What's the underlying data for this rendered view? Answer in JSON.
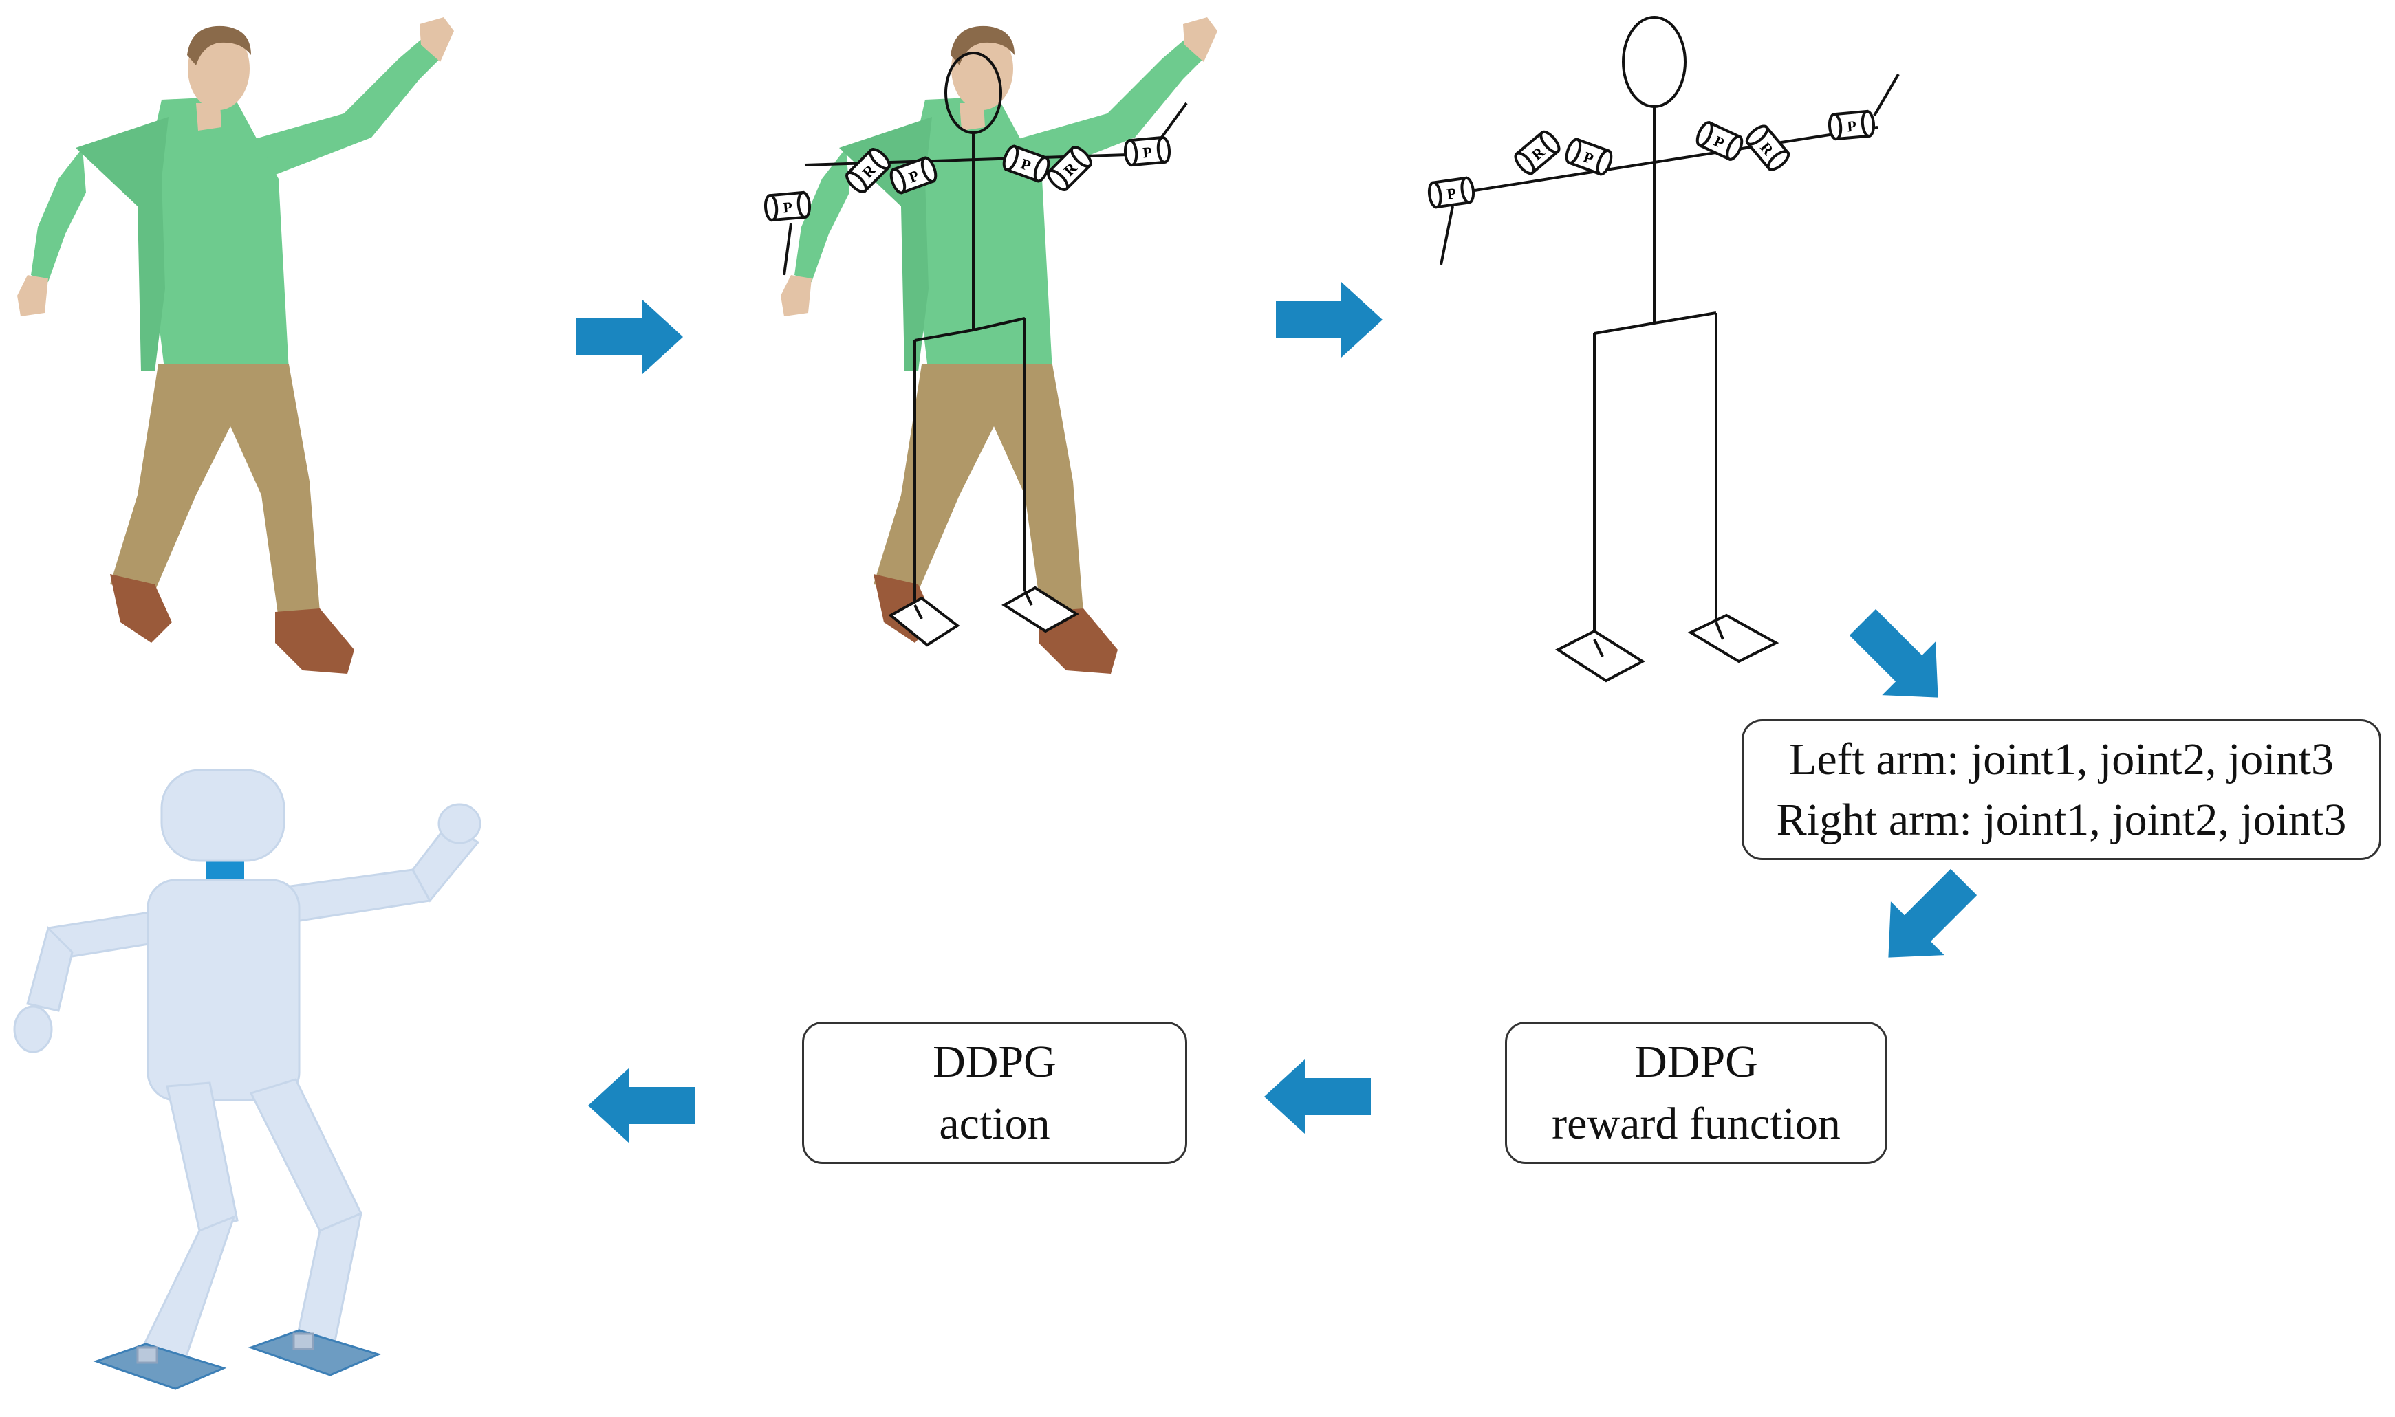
{
  "colors": {
    "arrow": "#1a86c0",
    "shirt": "#6ecb8e",
    "pants": "#b09868",
    "shoes": "#9a5a3a",
    "skin": "#e3c3a6",
    "hair": "#8a6a4a",
    "robot_body": "#d9e4f3",
    "robot_neck": "#1a8fd0",
    "robot_feet": "#6d9cc2",
    "line": "#111111"
  },
  "joint_labels": {
    "pitch": "P",
    "roll": "R"
  },
  "boxes": {
    "joints": {
      "line1": "Left arm: joint1, joint2, joint3",
      "line2": "Right arm: joint1, joint2, joint3"
    },
    "reward": {
      "line1": "DDPG",
      "line2": "reward function"
    },
    "action": {
      "line1": "DDPG",
      "line2": "action"
    }
  },
  "icons": {
    "human_figure": "human-3d-figure",
    "skeleton_overlay": "skeleton-joint-model",
    "robot": "humanoid-robot",
    "arrow": "flow-arrow"
  }
}
